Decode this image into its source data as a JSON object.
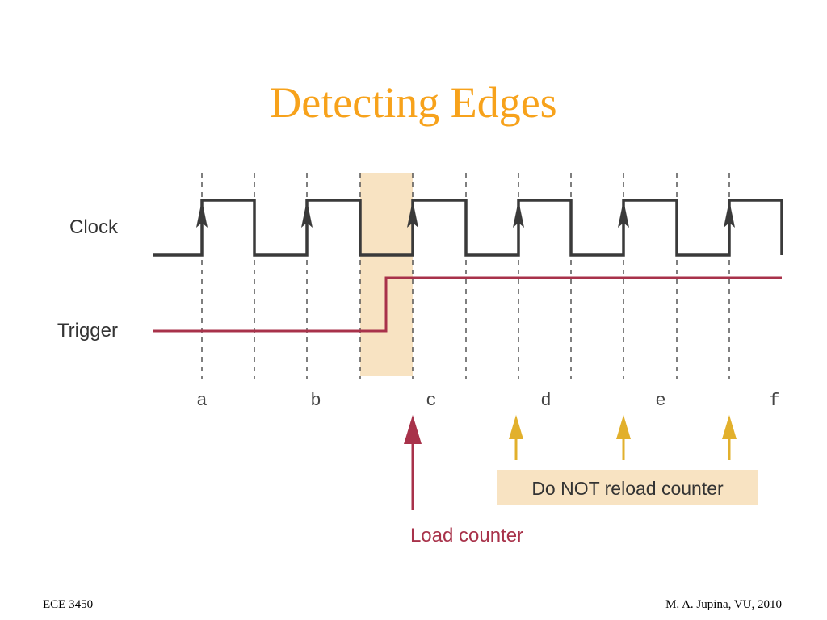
{
  "title": "Detecting Edges",
  "signals": {
    "clock_label": "Clock",
    "trigger_label": "Trigger"
  },
  "edge_labels": [
    "a",
    "b",
    "c",
    "d",
    "e",
    "f"
  ],
  "annotations": {
    "load": "Load counter",
    "no_reload": "Do NOT reload counter"
  },
  "footer": {
    "left": "ECE 3450",
    "right": "M. A. Jupina, VU, 2010"
  },
  "colors": {
    "title": "#F7A21B",
    "clock": "#3A3A3A",
    "trigger": "#A8324A",
    "highlight": "#F8E3C2",
    "gold_arrow": "#E2B02C"
  },
  "icons": {
    "rising_edge": "arrow-up-icon",
    "load_arrow": "arrow-up-icon",
    "no_reload_arrow": "arrow-up-icon"
  }
}
